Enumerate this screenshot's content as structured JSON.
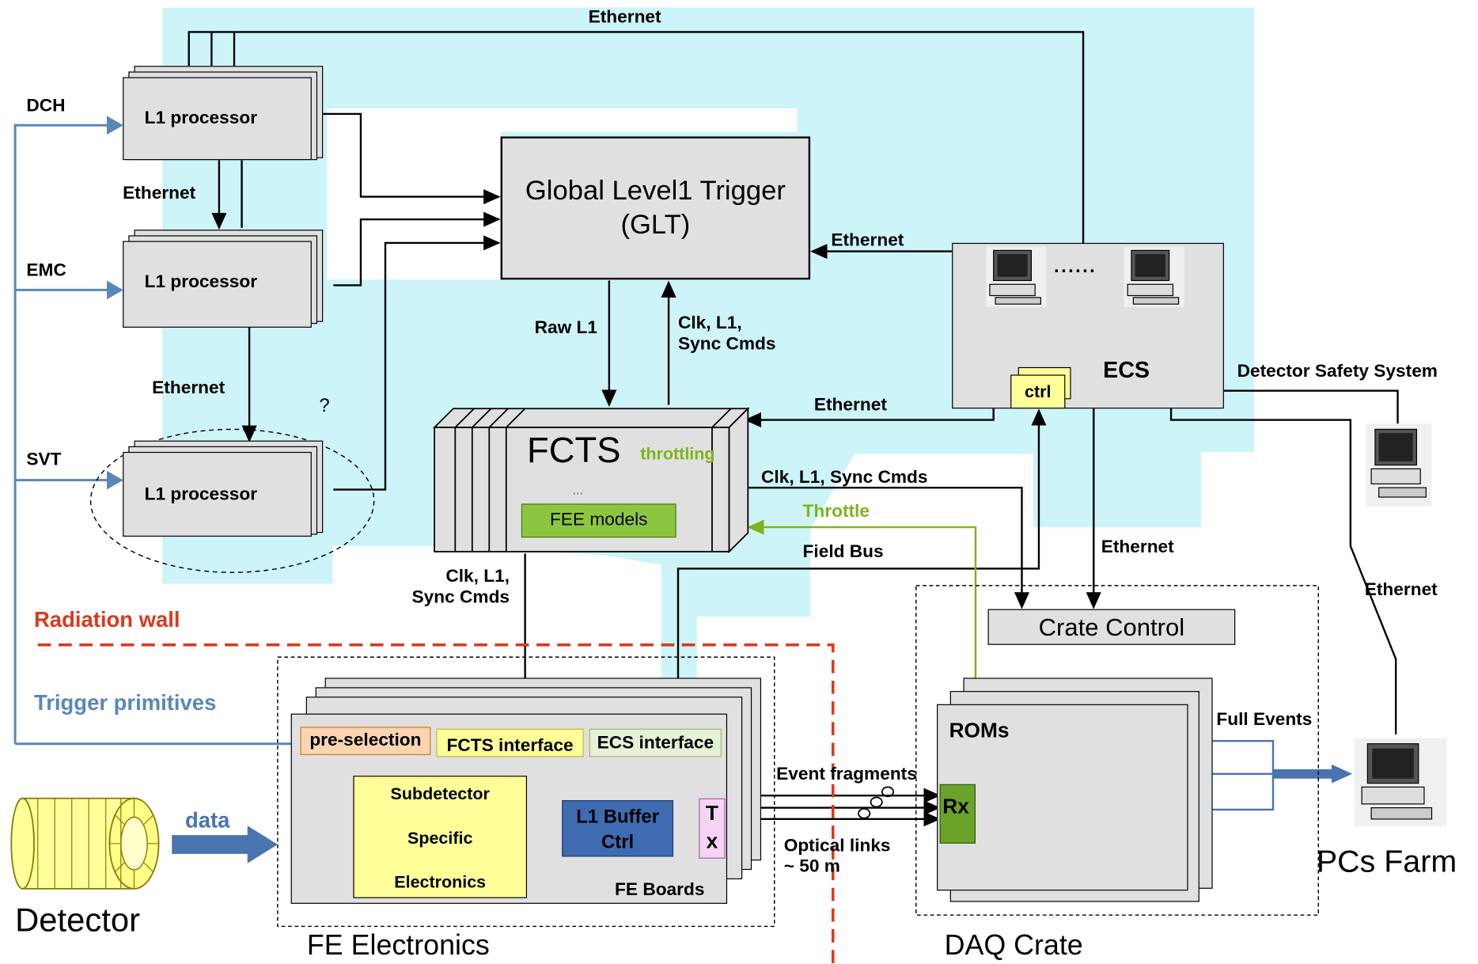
{
  "top_ethernet": "Ethernet",
  "inputs": {
    "dch": "DCH",
    "emc": "EMC",
    "svt": "SVT"
  },
  "l1_processor_label": "L1 processor",
  "ethernet_label": "Ethernet",
  "question_mark": "?",
  "glt": {
    "line1": "Global Level1 Trigger",
    "line2": "(GLT)"
  },
  "raw_l1": "Raw L1",
  "clk_l1_up": {
    "line1": "Clk, L1,",
    "line2": "Sync Cmds"
  },
  "fcts": {
    "title": "FCTS",
    "throttling": "throttling",
    "dots": "...",
    "fee_models": "FEE models"
  },
  "clk_l1_right": "Clk, L1, Sync Cmds",
  "throttle": "Throttle",
  "field_bus": "Field Bus",
  "clk_l1_down": {
    "line1": "Clk, L1,",
    "line2": "Sync Cmds"
  },
  "ecs": {
    "label": "ECS",
    "dots": "......",
    "ctrl": "ctrl"
  },
  "detector_safety": "Detector Safety System",
  "crate_control": "Crate Control",
  "radiation_wall": "Radiation wall",
  "trigger_primitives": "Trigger primitives",
  "fe": {
    "pre_selection": "pre-selection",
    "fcts_interface": "FCTS interface",
    "ecs_interface": "ECS interface",
    "subdetector": [
      "Subdetector",
      "Specific",
      "Electronics"
    ],
    "l1_buffer": [
      "L1 Buffer",
      "Ctrl"
    ],
    "tx": [
      "T",
      "x"
    ],
    "boards": "FE Boards"
  },
  "data_label": "data",
  "detector": "Detector",
  "fe_electronics": "FE Electronics",
  "event_fragments": "Event fragments",
  "optical_links": {
    "line1": "Optical links",
    "line2": "~ 50 m"
  },
  "roms": "ROMs",
  "rx": "Rx",
  "full_events": "Full Events",
  "pcs_farm": "PCs Farm",
  "daq_crate": "DAQ Crate",
  "colors": {
    "cyan": "#ccf4f9",
    "green": "#7fb31a",
    "blue": "#5b87b8",
    "red": "#d93a1f",
    "yellow": "#ffff99",
    "navy": "#4a74b0",
    "pink": "#f6d4f6"
  }
}
